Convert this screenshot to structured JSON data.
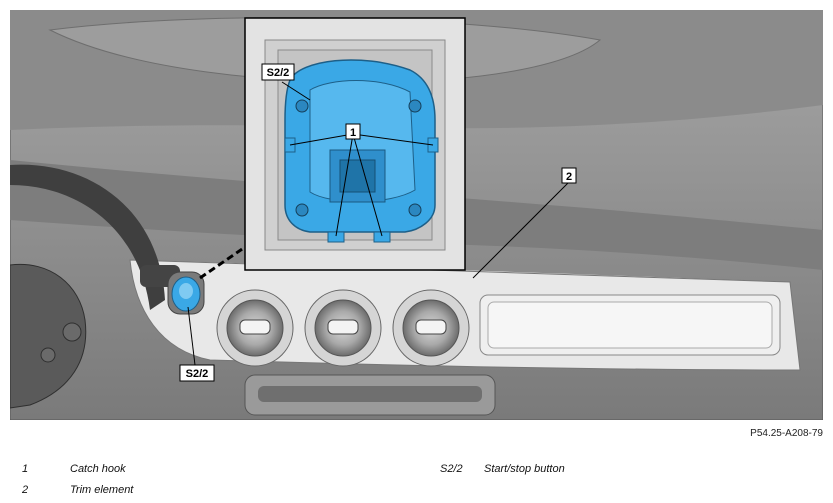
{
  "figure": {
    "callouts": {
      "s22_inset": "S2/2",
      "hook": "1",
      "trim": "2",
      "s22_dash": "S2/2"
    },
    "reference_code": "P54.25-A208-79"
  },
  "legend": [
    {
      "key": "1",
      "label": "Catch hook"
    },
    {
      "key": "2",
      "label": "Trim element"
    },
    {
      "key": "S2/2",
      "label": "Start/stop button"
    }
  ],
  "colors": {
    "highlight_blue": "#3aa8e6",
    "dashboard_gray": "#8f8f8f",
    "trim_light": "#e6e6e6"
  }
}
